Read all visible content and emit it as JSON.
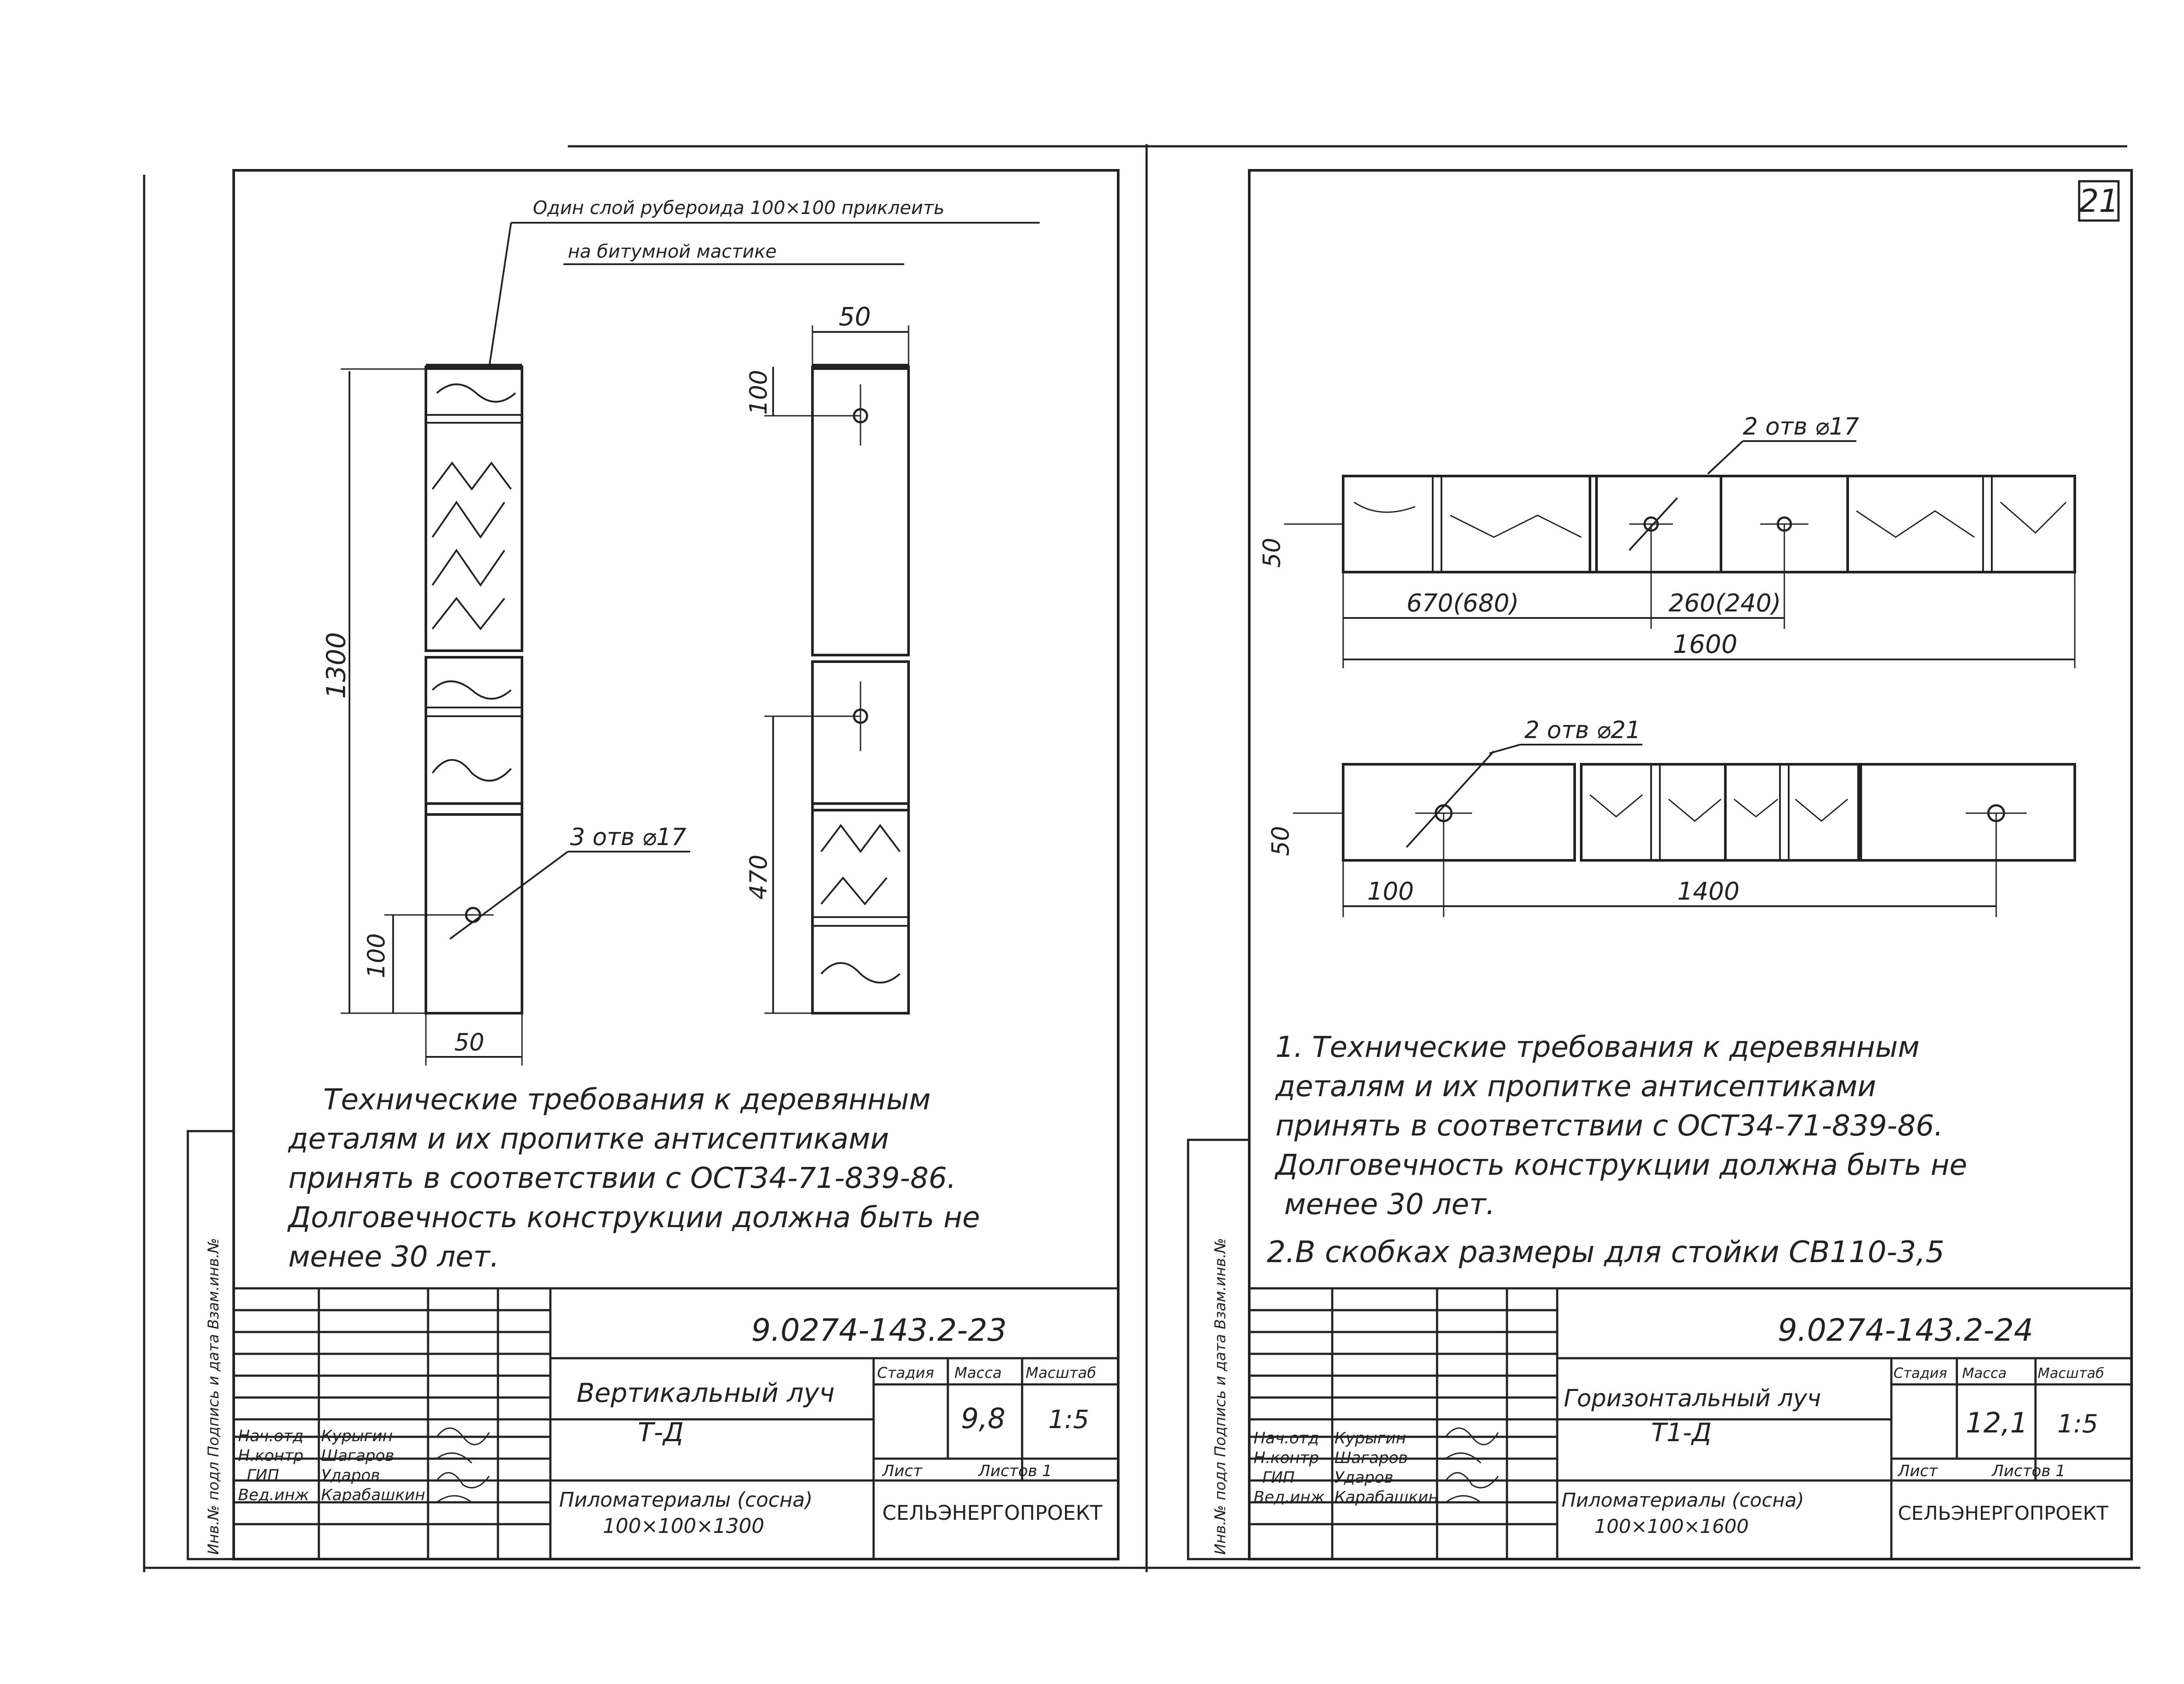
{
  "page_number": "21",
  "left_sheet": {
    "callout_line1": "Один слой рубероида 100×100 приклеить",
    "callout_line2": "на битумной мастике",
    "dim_width_left": "50",
    "dim_height": "1300",
    "dim_bottom": "100",
    "dim_bottom_width": "50",
    "holes_label": "3 отв ⌀17",
    "dim_width_right": "50",
    "dim_top_right": "100",
    "dim_470": "470",
    "notes": [
      "Технические требования к деревянным",
      "деталям и их пропитке антисептиками",
      "принять в соответствии с ОСТ34-71-839-86.",
      "Долговечность конструкции должна быть не",
      "менее 30 лет."
    ],
    "side_stamp": "Инв.№ подл  Подпись и дата  Взам.инв.№",
    "doc_code": "9.0274-143.2-23",
    "title_line1": "Вертикальный луч",
    "title_line2": "Т-Д",
    "col_stage": "Стадия",
    "col_mass": "Масса",
    "col_scale": "Масштаб",
    "mass": "9,8",
    "scale": "1:5",
    "sheet_label": "Лист",
    "sheets_label": "Листов 1",
    "material_line1": "Пиломатериалы (сосна)",
    "material_line2": "100×100×1300",
    "org": "СЕЛЬЭНЕРГОПРОЕКТ",
    "signers": [
      {
        "role": "Нач.отд",
        "name": "Курыгин"
      },
      {
        "role": "Н.контр",
        "name": "Шагаров"
      },
      {
        "role": "ГИП",
        "name": "Ударов"
      },
      {
        "role": "Вед.инж",
        "name": "Карабашкин"
      }
    ]
  },
  "right_sheet": {
    "holes_top_label": "2 отв ⌀17",
    "dim_50_top": "50",
    "dim_670": "670(680)",
    "dim_260": "260(240)",
    "dim_1600": "1600",
    "holes_bottom_label": "2 отв ⌀21",
    "dim_50_bottom": "50",
    "dim_100": "100",
    "dim_1400": "1400",
    "notes": [
      "1. Технические требования к деревянным",
      "деталям и их пропитке антисептиками",
      "принять в соответствии с ОСТ34-71-839-86.",
      "Долговечность конструкции должна быть не",
      "менее 30 лет.",
      "2.В скобках размеры для стойки СВ110-3,5"
    ],
    "side_stamp": "Инв.№ подл  Подпись и дата  Взам.инв.№",
    "doc_code": "9.0274-143.2-24",
    "title_line1": "Горизонтальный луч",
    "title_line2": "Т1-Д",
    "col_stage": "Стадия",
    "col_mass": "Масса",
    "col_scale": "Масштаб",
    "mass": "12,1",
    "scale": "1:5",
    "sheet_label": "Лист",
    "sheets_label": "Листов 1",
    "material_line1": "Пиломатериалы (сосна)",
    "material_line2": "100×100×1600",
    "org": "СЕЛЬЭНЕРГОПРОЕКТ",
    "signers": [
      {
        "role": "Нач.отд",
        "name": "Курыгин"
      },
      {
        "role": "Н.контр",
        "name": "Шагаров"
      },
      {
        "role": "ГИП",
        "name": "Ударов"
      },
      {
        "role": "Вед.инж",
        "name": "Карабашкин"
      }
    ]
  }
}
